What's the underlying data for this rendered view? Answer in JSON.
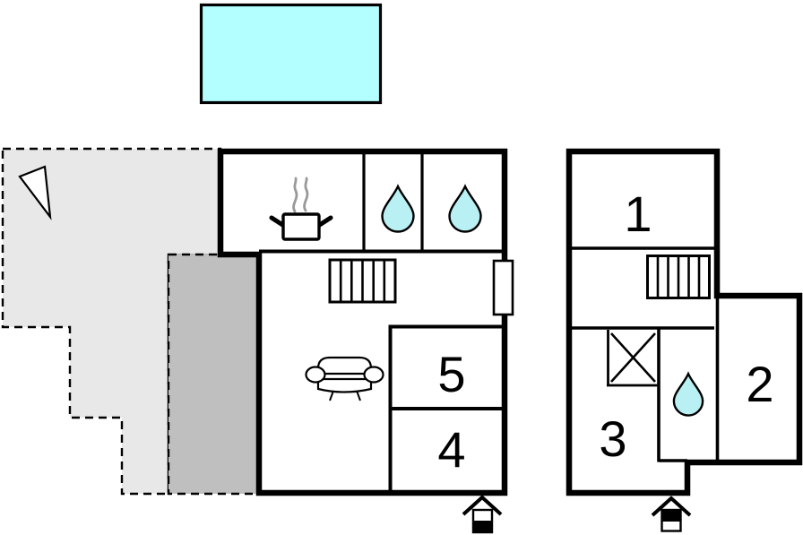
{
  "title": "holiday-home-floor-plan",
  "colors": {
    "pool_fill": "#b3ffff",
    "water_drop_fill": "#b9f0f3",
    "terrace_light_fill": "#e8e8e8",
    "terrace_dark_fill": "#bfbfbf",
    "wall": "#000000",
    "steam": "#999999"
  },
  "main_building": {
    "rooms": {
      "room4": {
        "label": "4"
      },
      "room5": {
        "label": "5"
      }
    },
    "features": [
      "stove-icon",
      "steam-icon",
      "water-drop-icon",
      "water-drop-icon",
      "stairs-icon",
      "sofa-icon",
      "door-icon",
      "entrance-arrow-icon"
    ]
  },
  "annex_building": {
    "rooms": {
      "room1": {
        "label": "1"
      },
      "room2": {
        "label": "2"
      },
      "room3": {
        "label": "3"
      }
    },
    "features": [
      "stairs-icon",
      "shower-icon",
      "water-drop-icon",
      "entrance-arrow-icon"
    ]
  },
  "outdoor": {
    "features": [
      "swimming-pool",
      "terrace-light",
      "terrace-dark",
      "north-arrow-icon"
    ]
  }
}
